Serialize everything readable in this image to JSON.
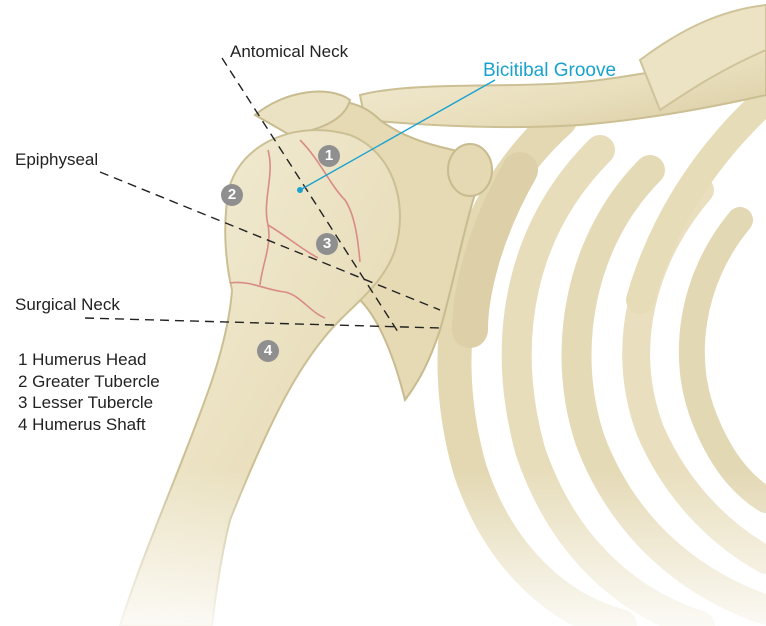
{
  "labels": {
    "anatomical_neck": "Antomical Neck",
    "bicipital_groove": "Bicitibal Groove",
    "epiphyseal": "Epiphyseal",
    "surgical_neck": "Surgical Neck"
  },
  "markers": [
    "1",
    "2",
    "3",
    "4"
  ],
  "legend": [
    "1 Humerus Head",
    "2 Greater Tubercle",
    "3 Lesser Tubercle",
    "4 Humerus Shaft"
  ],
  "colors": {
    "bone": "#ece4c5",
    "bone_shadow": "#c9bd92",
    "fracture": "#d98b86",
    "accent_label": "#1aa2cf",
    "marker": "#8f8f8f",
    "leader_line": "#222222"
  }
}
